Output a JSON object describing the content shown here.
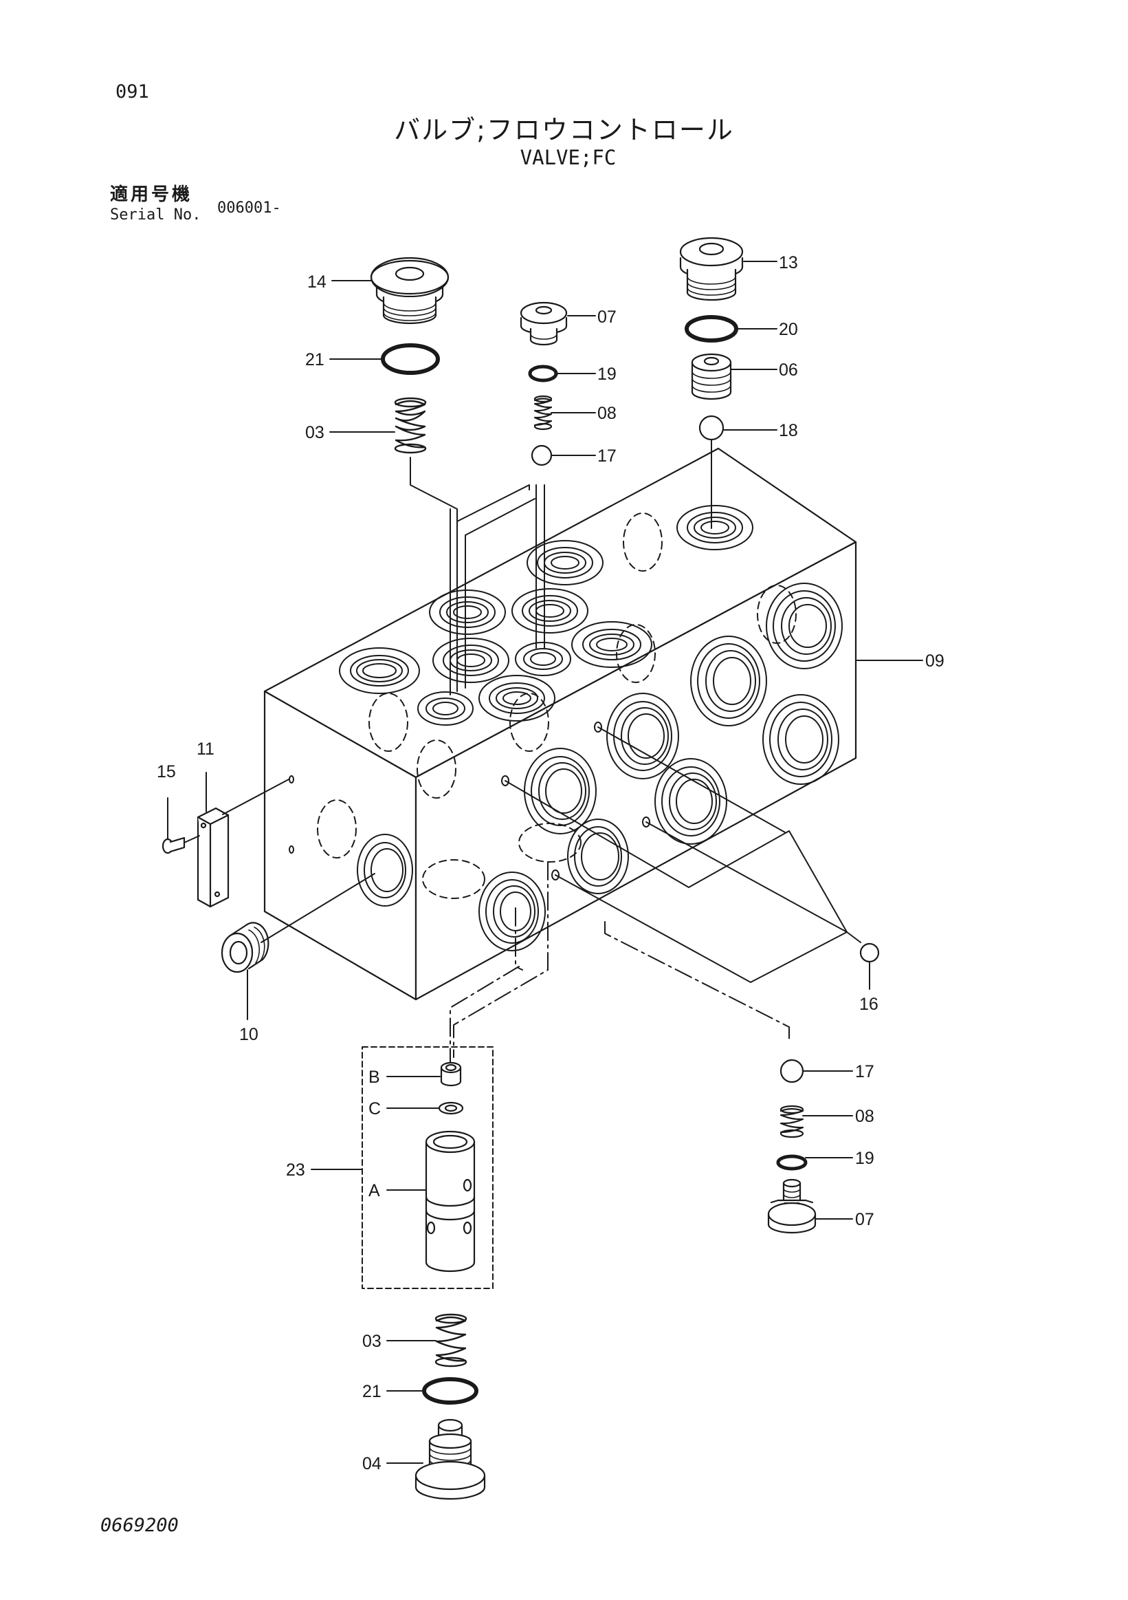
{
  "page": {
    "number": "091",
    "title_jp": "バルブ;フロウコントロール",
    "title_en": "VALVE;FC",
    "serial_label_jp": "適用号機",
    "serial_label_en": "Serial No.",
    "serial_value": "006001-",
    "drawing_number": "0669200"
  },
  "callouts": {
    "c14": "14",
    "c21a": "21",
    "c03a": "03",
    "c07a": "07",
    "c19a": "19",
    "c08a": "08",
    "c17a": "17",
    "c13": "13",
    "c20": "20",
    "c06": "06",
    "c18": "18",
    "c09": "09",
    "c11": "11",
    "c15": "15",
    "c10": "10",
    "c16": "16",
    "c23": "23",
    "cB": "B",
    "cC": "C",
    "cA": "A",
    "c03b": "03",
    "c21b": "21",
    "c04": "04",
    "c17b": "17",
    "c08b": "08",
    "c19b": "19",
    "c07b": "07"
  }
}
